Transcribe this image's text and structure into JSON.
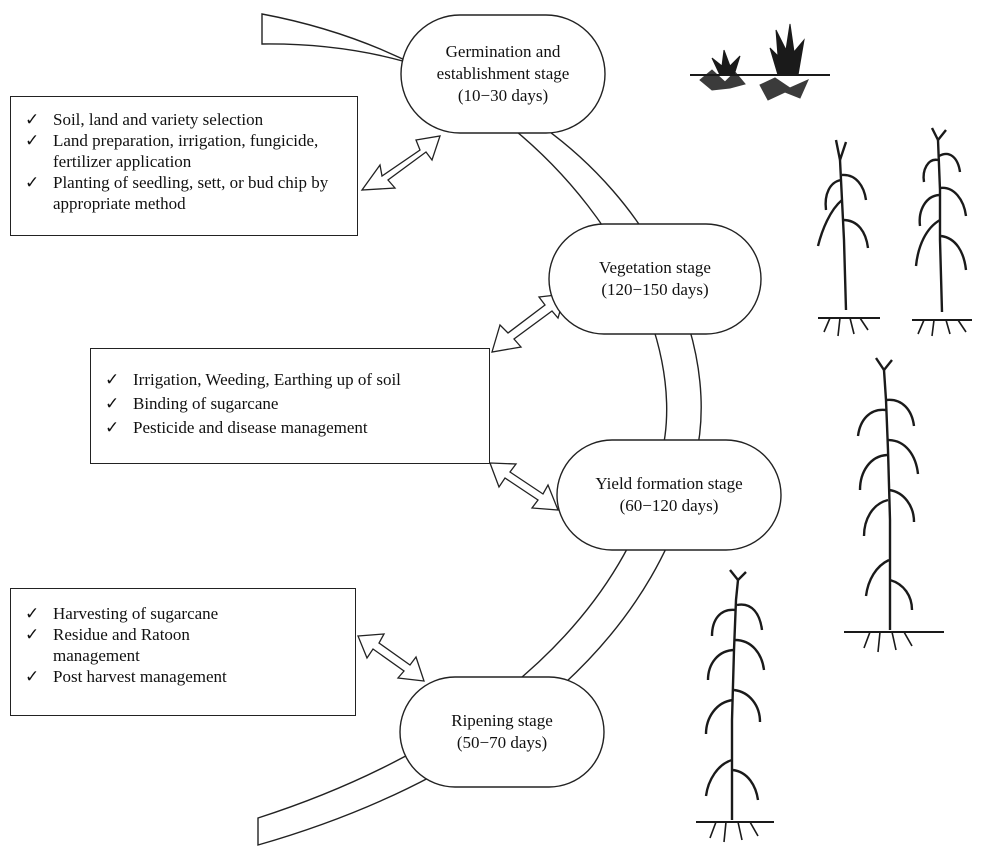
{
  "stages": [
    {
      "name": "Germination and establishment stage",
      "duration": "(10−30 days)"
    },
    {
      "name": "Vegetation stage",
      "duration": "(120−150 days)"
    },
    {
      "name": "Yield formation stage",
      "duration": "(60−120 days)"
    },
    {
      "name": "Ripening stage",
      "duration": "(50−70 days)"
    }
  ],
  "practices": [
    {
      "items": [
        "Soil, land and variety selection",
        "Land preparation, irrigation, fungicide, fertilizer application",
        "Planting of seedling, sett, or bud chip by appropriate method"
      ]
    },
    {
      "items": [
        "Irrigation, Weeding, Earthing up of soil",
        "Binding of sugarcane",
        "Pesticide and disease management"
      ]
    },
    {
      "items": [
        "Harvesting of sugarcane",
        "Residue and Ratoon management",
        "Post harvest management"
      ]
    }
  ],
  "check_mark": "✓",
  "colors": {
    "stroke": "#222222",
    "fill": "#ffffff",
    "plant": "#1a1a1a"
  },
  "icons": [
    "seedling-icon",
    "young-sugarcane-icon",
    "mature-sugarcane-icon",
    "ripe-sugarcane-icon"
  ]
}
